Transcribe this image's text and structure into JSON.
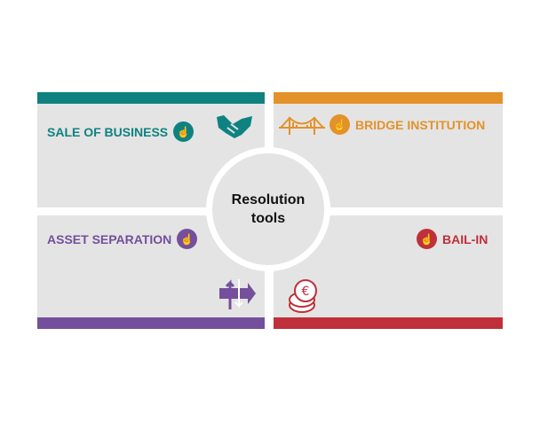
{
  "center": {
    "line1": "Resolution",
    "line2": "tools"
  },
  "quadrants": [
    {
      "label": "SALE OF BUSINESS",
      "color": "#0e8281",
      "icon": "handshake-icon"
    },
    {
      "label": "BRIDGE INSTITUTION",
      "color": "#e3922a",
      "icon": "bridge-icon"
    },
    {
      "label": "ASSET SEPARATION",
      "color": "#744f9c",
      "icon": "separation-arrows-icon"
    },
    {
      "label": "BAIL-IN",
      "color": "#bf303a",
      "icon": "euro-coins-icon"
    }
  ]
}
